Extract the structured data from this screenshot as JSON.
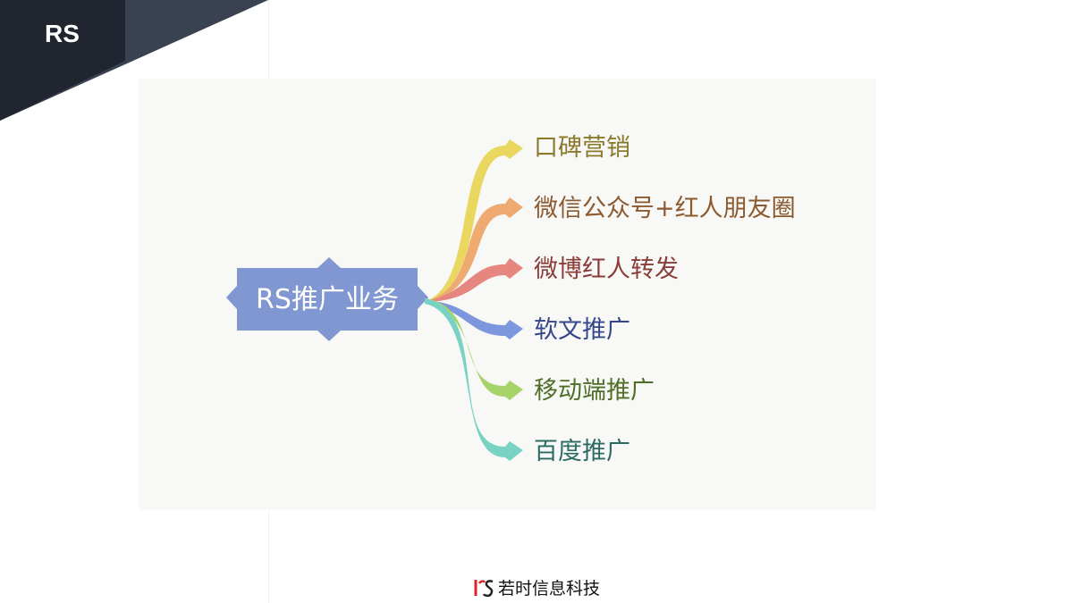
{
  "header": {
    "logo": "RS"
  },
  "mindmap": {
    "root": "RS推广业务",
    "branches": [
      {
        "label": "口碑营销",
        "color": "#e9d75f",
        "text_color": "#8b7a2c"
      },
      {
        "label": "微信公众号+红人朋友圈",
        "color": "#eeaa70",
        "text_color": "#8d5a2f"
      },
      {
        "label": "微博红人转发",
        "color": "#e5877f",
        "text_color": "#8a3c37"
      },
      {
        "label": "软文推广",
        "color": "#7d97de",
        "text_color": "#35478c"
      },
      {
        "label": "移动端推广",
        "color": "#a6d46b",
        "text_color": "#4f6e26"
      },
      {
        "label": "百度推广",
        "color": "#79d3c5",
        "text_color": "#2b6b63"
      }
    ],
    "root_color": "#8097d2"
  },
  "footer": {
    "company": "若时信息科技"
  },
  "colors": {
    "banner_dark": "#1f2430",
    "banner_mid": "#3d4452",
    "footer_mark": "#d9252b"
  }
}
